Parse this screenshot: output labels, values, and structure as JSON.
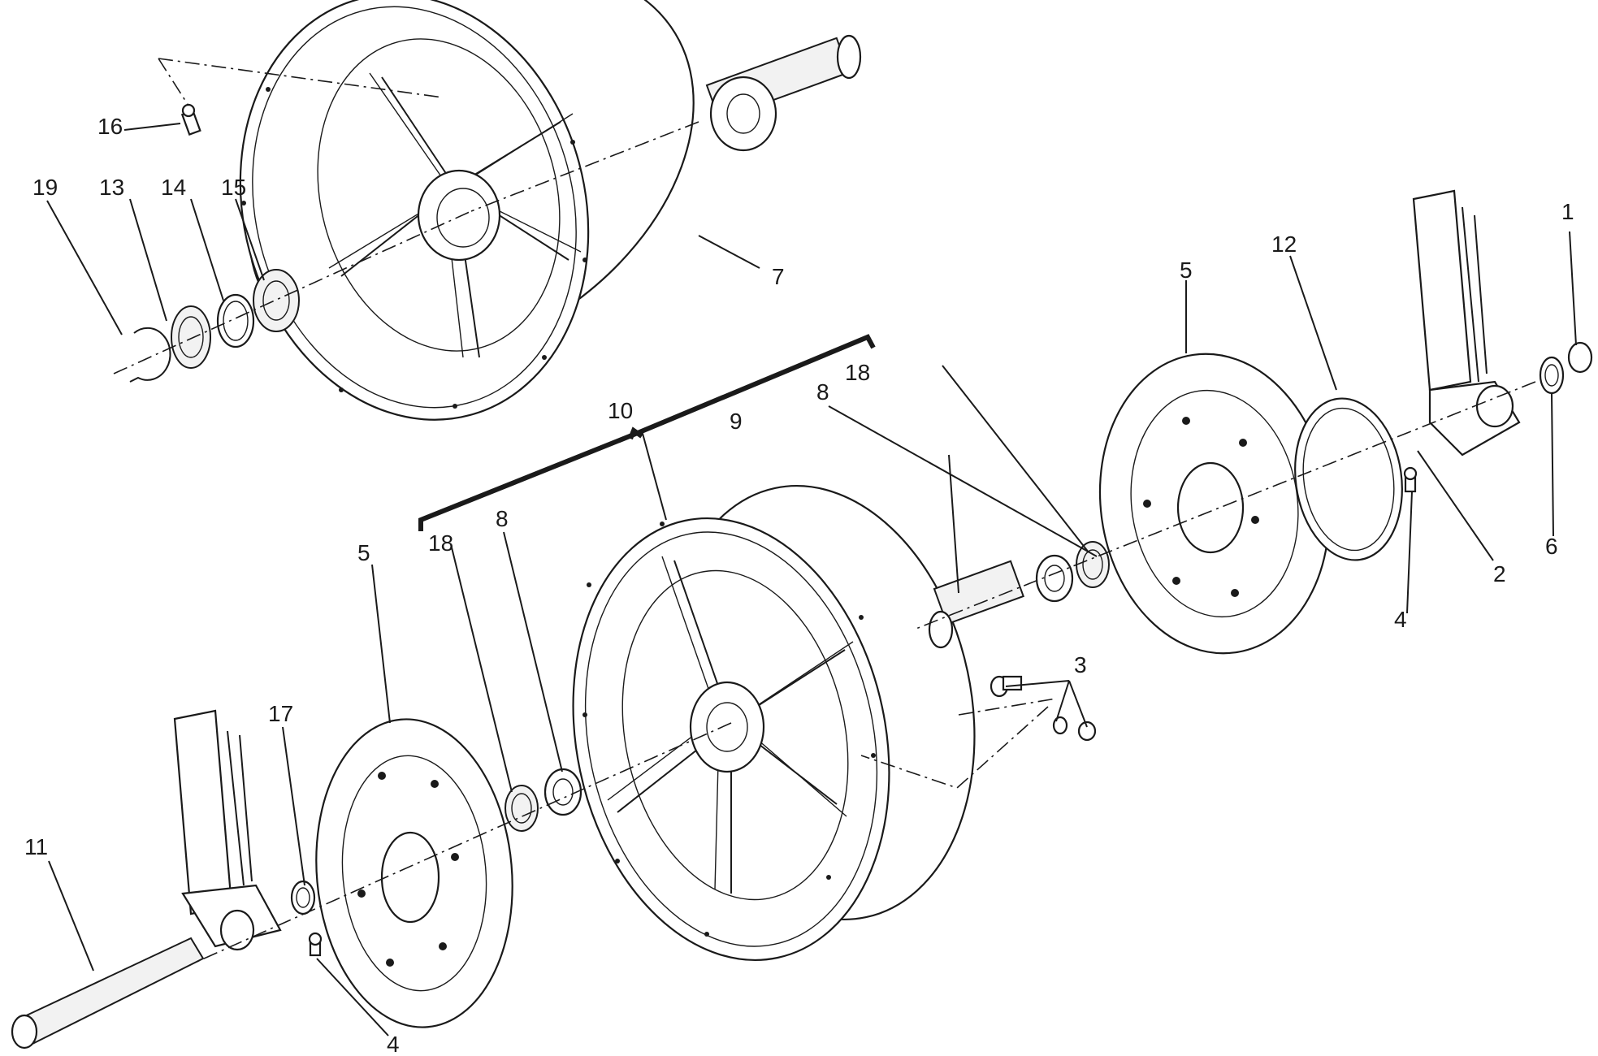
{
  "diagram": {
    "callouts": [
      {
        "id": "c1",
        "text": "1"
      },
      {
        "id": "c2",
        "text": "2"
      },
      {
        "id": "c3",
        "text": "3"
      },
      {
        "id": "c4a",
        "text": "4"
      },
      {
        "id": "c4b",
        "text": "4"
      },
      {
        "id": "c5a",
        "text": "5"
      },
      {
        "id": "c5b",
        "text": "5"
      },
      {
        "id": "c6",
        "text": "6"
      },
      {
        "id": "c7",
        "text": "7"
      },
      {
        "id": "c8a",
        "text": "8"
      },
      {
        "id": "c8b",
        "text": "8"
      },
      {
        "id": "c9",
        "text": "9"
      },
      {
        "id": "c10",
        "text": "10"
      },
      {
        "id": "c11",
        "text": "11"
      },
      {
        "id": "c12",
        "text": "12"
      },
      {
        "id": "c13",
        "text": "13"
      },
      {
        "id": "c14",
        "text": "14"
      },
      {
        "id": "c15",
        "text": "15"
      },
      {
        "id": "c16",
        "text": "16"
      },
      {
        "id": "c17",
        "text": "17"
      },
      {
        "id": "c18a",
        "text": "18"
      },
      {
        "id": "c18b",
        "text": "18"
      },
      {
        "id": "c19",
        "text": "19"
      }
    ]
  }
}
